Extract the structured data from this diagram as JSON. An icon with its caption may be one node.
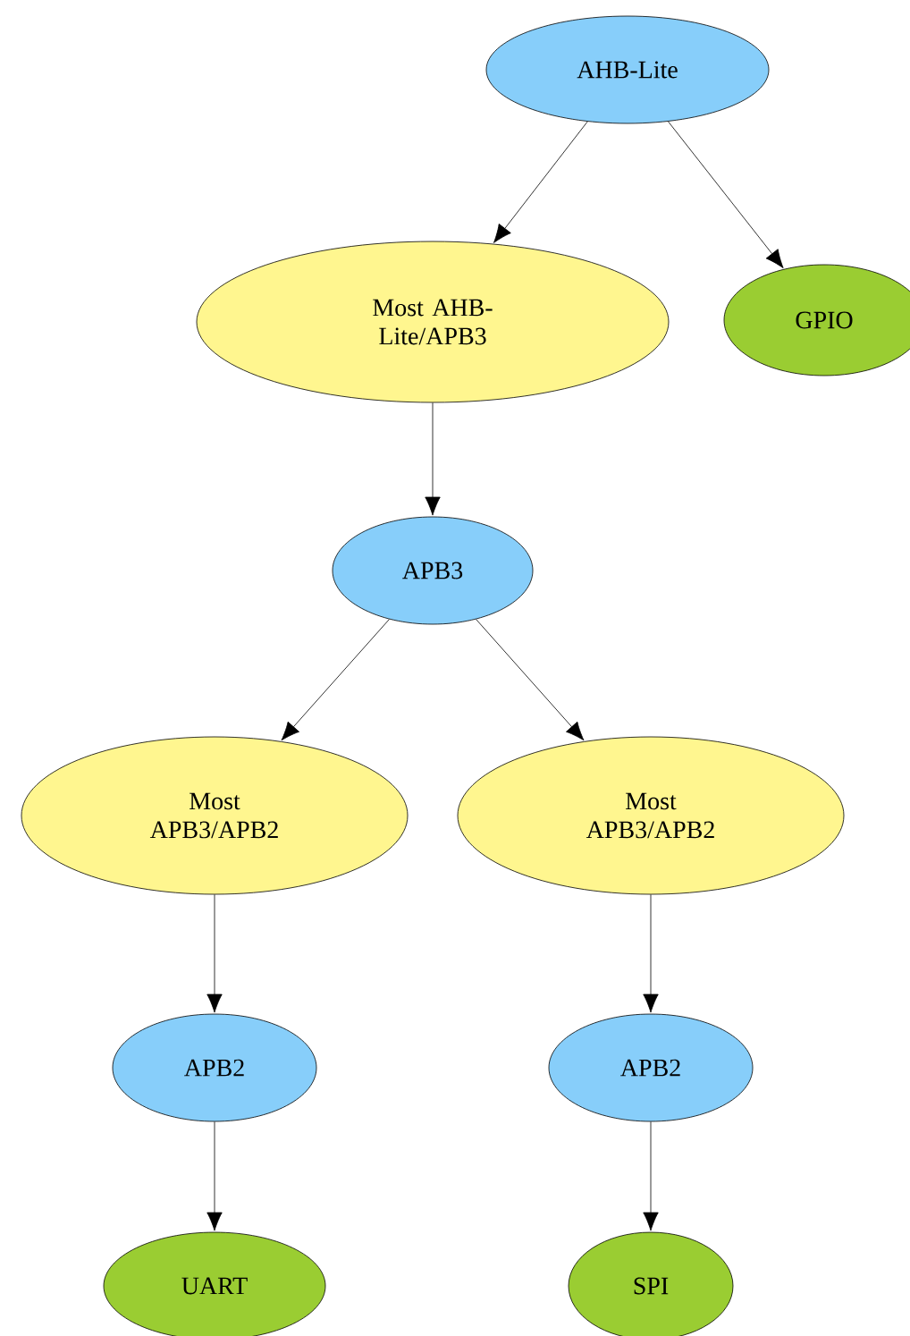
{
  "diagram": {
    "nodes": [
      {
        "text": [
          "AHB-Lite"
        ]
      },
      {
        "text": [
          "Most AHB-Lite/APB3"
        ]
      },
      {
        "text": [
          "GPIO"
        ]
      },
      {
        "text": [
          "APB3"
        ]
      },
      {
        "text": [
          "Most APB3/APB2"
        ]
      },
      {
        "text": [
          "Most APB3/APB2"
        ]
      },
      {
        "text": [
          "APB2"
        ]
      },
      {
        "text": [
          "APB2"
        ]
      },
      {
        "text": [
          "UART"
        ]
      },
      {
        "text": [
          "SPI"
        ]
      }
    ],
    "edges": [
      {
        "from": 0,
        "to": 1,
        "arrow": "to"
      },
      {
        "from": 0,
        "to": 2,
        "arrow": "to"
      },
      {
        "from": 1,
        "to": 3,
        "arrow": "to"
      },
      {
        "from": 3,
        "to": 4,
        "arrow": "to"
      },
      {
        "from": 3,
        "to": 5,
        "arrow": "to"
      },
      {
        "from": 4,
        "to": 6,
        "arrow": "to"
      },
      {
        "from": 5,
        "to": 7,
        "arrow": "to"
      },
      {
        "from": 6,
        "to": 8,
        "arrow": "to"
      },
      {
        "from": 7,
        "to": 9,
        "arrow": "to"
      }
    ]
  }
}
